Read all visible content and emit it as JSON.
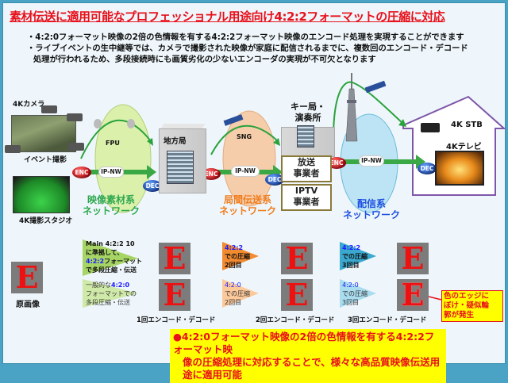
{
  "title": "素材伝送に適用可能なプロフェッショナル用途向け4:2:2フォーマットの圧縮に対応",
  "bullets": [
    "・4:2:0フォーマット映像の2倍の色情報を有する4:2:2フォーマット映像のエンコード処理を実現することができます",
    "・ライブイベントの生中継等では、カメラで撮影された映像が家庭に配信されるまでに、複数回のエンコード・デコード",
    "処理が行われるため、多段接続時にも画質劣化の少ないエンコーダの実現が不可欠となります"
  ],
  "diagram": {
    "camera_label": "4Kカメラ",
    "event_label": "イベント撮影",
    "studio_label": "4K撮影スタジオ",
    "fpu_label": "FPU",
    "sng_label": "SNG",
    "ipnw_label": "IP-NW",
    "enc_label": "ENC",
    "dec_label": "DEC",
    "local_station_label": "地方局",
    "key_station_label": [
      "キー局・",
      "演奏所"
    ],
    "broadcaster_label": [
      "放送",
      "事業者"
    ],
    "iptv_label": [
      "IPTV",
      "事業者"
    ],
    "stb_label": "4K STB",
    "tv_label": "4Kテレビ",
    "networks": [
      {
        "lines": [
          "映像素材系",
          "ネットワーク"
        ],
        "color": "#2fa84f"
      },
      {
        "lines": [
          "局間伝送系",
          "ネットワーク"
        ],
        "color": "#f07c1c"
      },
      {
        "lines": [
          "配信系",
          "ネットワーク"
        ],
        "color": "#1f4fe0"
      }
    ]
  },
  "comparison": {
    "original_label": "原画像",
    "letter": "E",
    "flag_422_main": [
      "Main 4:2:2 10",
      "に準拠して、",
      "4:2:2",
      "フォーマット",
      "で多段圧縮・伝送"
    ],
    "flag_420_main": [
      "一般的な",
      "4:2:0",
      "フォーマットでの",
      "多段圧縮・伝送"
    ],
    "flag_422_2": [
      "4:2:2",
      "での圧縮",
      "2回目"
    ],
    "flag_420_2": [
      "4:2:0",
      "での圧縮",
      "2回目"
    ],
    "flag_422_3": [
      "4:2:2",
      "での圧縮",
      "3回目"
    ],
    "flag_420_3": [
      "4:2:0",
      "での圧縮",
      "3回目"
    ],
    "stage_labels": [
      "1回エンコード・デコード",
      "2回エンコード・デコード",
      "3回エンコード・デコード"
    ],
    "callout": [
      "色のエッジに",
      "ぼけ・疑似輪",
      "郭が発生"
    ]
  },
  "bottom_note": [
    "●4:2:0フォーマット映像の2倍の色情報を有する4:2:2フォーマット映",
    "像の圧縮処理に対応することで、様々な高品質映像伝送用途に適用可能"
  ],
  "colors": {
    "accent_red": "#e8101a",
    "highlight": "#ffff00",
    "blue_text": "#1a1aff"
  }
}
